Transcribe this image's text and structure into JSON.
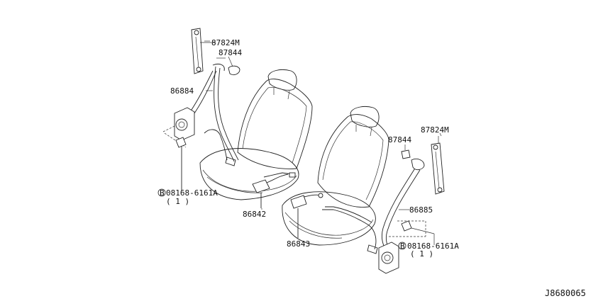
{
  "labels": {
    "p87824m_left": "87824M",
    "p87844_left": "87844",
    "p86884": "86884",
    "bolt_left": "08168-6161A",
    "bolt_left_qty": "( 1 )",
    "p86842": "86842",
    "p86843": "86843",
    "p87844_right": "87844",
    "p87824m_right": "87824M",
    "p86885": "86885",
    "bolt_right": "08168-6161A",
    "bolt_right_qty": "( 1 )",
    "bolt_symbol": "B"
  },
  "diagram_ref": "J8680065"
}
